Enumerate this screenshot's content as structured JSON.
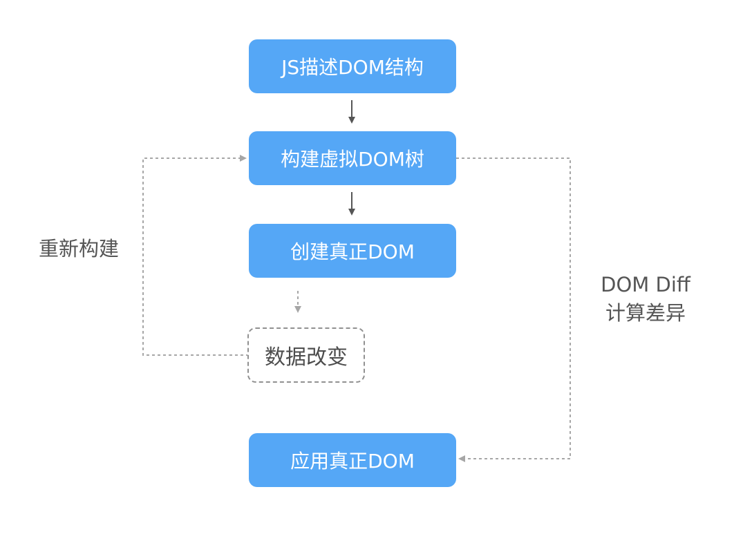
{
  "nodes": {
    "describe": "JS描述DOM结构",
    "build_virtual": "构建虚拟DOM树",
    "create_real": "创建真正DOM",
    "data_change": "数据改变",
    "apply_real": "应用真正DOM"
  },
  "labels": {
    "rebuild": "重新构建",
    "diff_line1": "DOM Diff",
    "diff_line2": "计算差异"
  },
  "colors": {
    "node_fill": "#55a7f6",
    "node_text": "#ffffff",
    "arrow_solid": "#555555",
    "arrow_dashed": "#a6a6a6"
  }
}
